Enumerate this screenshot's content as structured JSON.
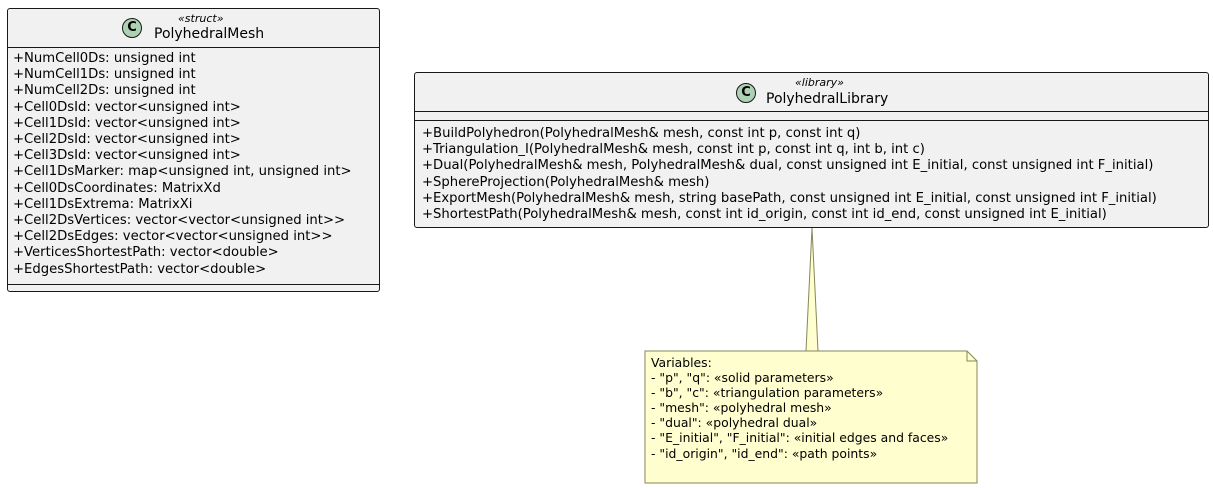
{
  "classes": [
    {
      "icon": "C",
      "icon_name": "class-c-icon",
      "stereotype": "«struct»",
      "name": "PolyhedralMesh",
      "members": [
        "+NumCell0Ds: unsigned int",
        "+NumCell1Ds: unsigned int",
        "+NumCell2Ds: unsigned int",
        "+Cell0DsId: vector<unsigned int>",
        "+Cell1DsId: vector<unsigned int>",
        "+Cell2DsId: vector<unsigned int>",
        "+Cell3DsId: vector<unsigned int>",
        "+Cell1DsMarker: map<unsigned int, unsigned int>",
        "+Cell0DsCoordinates: MatrixXd",
        "+Cell1DsExtrema: MatrixXi",
        "+Cell2DsVertices: vector<vector<unsigned int>>",
        "+Cell2DsEdges: vector<vector<unsigned int>>",
        "+VerticesShortestPath: vector<double>",
        "+EdgesShortestPath: vector<double>"
      ]
    },
    {
      "icon": "C",
      "icon_name": "class-c-icon",
      "stereotype": "«library»",
      "name": "PolyhedralLibrary",
      "members": [
        "+BuildPolyhedron(PolyhedralMesh& mesh, const int p, const int q)",
        "+Triangulation_I(PolyhedralMesh& mesh, const int p, const int q, int b, int c)",
        "+Dual(PolyhedralMesh& mesh, PolyhedralMesh& dual, const unsigned int E_initial, const unsigned int F_initial)",
        "+SphereProjection(PolyhedralMesh& mesh)",
        "+ExportMesh(PolyhedralMesh& mesh, string basePath, const unsigned int E_initial, const unsigned int F_initial)",
        "+ShortestPath(PolyhedralMesh& mesh, const int id_origin, const int id_end, const unsigned int E_initial)"
      ]
    }
  ],
  "note": {
    "lines": [
      "Variables:",
      "- \"p\", \"q\": «solid parameters»",
      "- \"b\", \"c\": «triangulation parameters»",
      "- \"mesh\": «polyhedral mesh»",
      "- \"dual\": «polyhedral dual»",
      "- \"E_initial\", \"F_initial\": «initial edges and faces»",
      "- \"id_origin\", \"id_end\": «path points»"
    ]
  },
  "colors": {
    "class_fill": "#f1f1f1",
    "class_border": "#181818",
    "icon_fill": "#add1b2",
    "note_fill": "#fefece",
    "note_border": "#868659"
  }
}
